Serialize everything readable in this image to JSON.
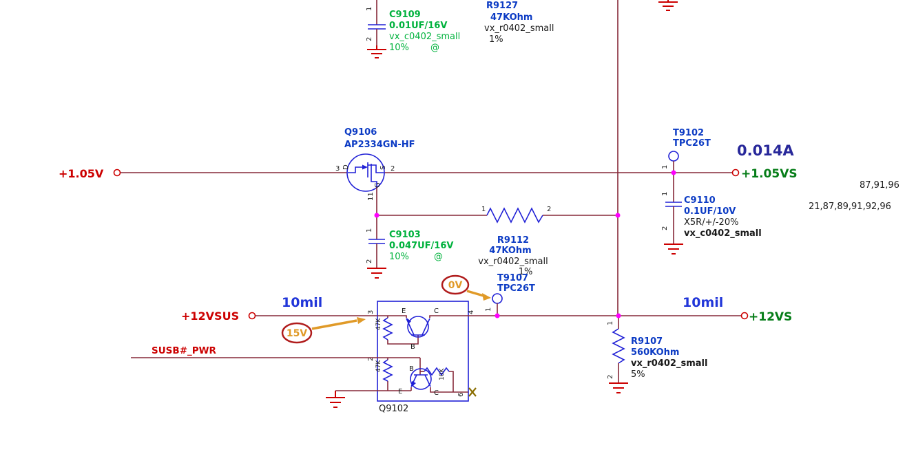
{
  "schematic": {
    "components": {
      "c9109": {
        "ref": "C9109",
        "value": "0.01UF/16V",
        "footprint": "vx_c0402_small",
        "tolerance": "10%",
        "marker": "@"
      },
      "r9127": {
        "ref": "R9127",
        "value": "47KOhm",
        "footprint": "vx_r0402_small",
        "tolerance": "1%"
      },
      "q9106": {
        "ref": "Q9106",
        "part": "AP2334GN-HF"
      },
      "t9102": {
        "ref": "T9102",
        "part": "TPC26T"
      },
      "c9110": {
        "ref": "C9110",
        "value": "0.1UF/10V",
        "spec": "X5R/+/-20%",
        "footprint": "vx_c0402_small"
      },
      "c9103": {
        "ref": "C9103",
        "value": "0.047UF/16V",
        "tolerance": "10%",
        "marker": "@"
      },
      "r9112": {
        "ref": "R9112",
        "value": "47KOhm",
        "footprint": "vx_r0402_small",
        "tolerance": "1%"
      },
      "t9107": {
        "ref": "T9107",
        "part": "TPC26T"
      },
      "q9102": {
        "ref": "Q9102",
        "r_top": "47K",
        "r_bottom": "47K",
        "r_side": "10K"
      },
      "r9107": {
        "ref": "R9107",
        "value": "560KOhm",
        "footprint": "vx_r0402_small",
        "tolerance": "5%"
      }
    },
    "nets": {
      "v105": "+1.05V",
      "v105s": "+1.05VS",
      "v12sus": "+12VSUS",
      "v12s": "+12VS",
      "susb_pwr": "SUSB#_PWR"
    },
    "annotations": {
      "current": "0.014A",
      "sheet_refs_1": "87,91,96",
      "sheet_refs_2": "21,87,89,91,92,96",
      "trace_left": "10mil",
      "trace_right": "10mil",
      "probe_t9107": "0V",
      "probe_q9102": "15V"
    },
    "pins": {
      "p1": "1",
      "p2": "2",
      "p3": "3",
      "p4": "4",
      "p6": "6",
      "p11": "11",
      "drain": "D",
      "source": "S",
      "gate": "G",
      "emitter": "E",
      "collector": "C",
      "base": "B"
    }
  }
}
